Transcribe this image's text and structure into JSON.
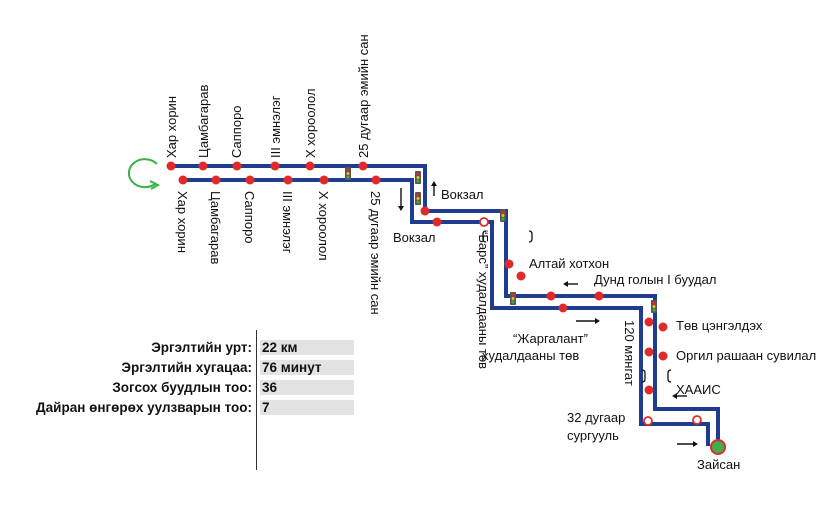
{
  "colors": {
    "route": "#1f3c8f",
    "stop": "#e02a2a",
    "open_stop": "#ffffff",
    "terminal": "#3cb04a",
    "loop_arrow": "#3cb04a"
  },
  "top_stops": [
    "Хар хорин",
    "Цамбагарав",
    "Саппоро",
    "III эмнэлэг",
    "X хороолол",
    "25 дугаар эмийн сан"
  ],
  "bottom_stops": [
    "Хар хорин",
    "Цамбагарав",
    "Саппоро",
    "III эмнэлэг",
    "X хороолол",
    "25 дугаар эмийн сан"
  ],
  "labels": {
    "vokzal_up": "Вокзал",
    "vokzal_down": "Вокзал",
    "bars": "“Барс” худалдааны төв",
    "altai": "Алтай хотхон",
    "dund_gol": "Дунд голын I буудал",
    "jargalant_1": "“Жаргалант”",
    "jargalant_2": "худалдааны төв",
    "minutes_120": "120 мянгат",
    "tov_tsengeldeh": "Төв цэнгэлдэх",
    "orgil": "Оргил рашаан сувилал",
    "haais": "ХААИС",
    "school_1": "32 дугаар",
    "school_2": "сургууль",
    "zaisan": "Зайсан"
  },
  "icons": [
    "loop-arrow-icon",
    "traffic-light-icon",
    "direction-arrow-icon"
  ],
  "stats": [
    {
      "label": "Эргэлтийн урт:",
      "value": "22 км"
    },
    {
      "label": "Эргэлтийн хугацаа:",
      "value": "76 минут"
    },
    {
      "label": "Зогсох буудлын тоо:",
      "value": "36"
    },
    {
      "label": "Дайран өнгөрөх уулзварын тоо:",
      "value": "7"
    }
  ]
}
